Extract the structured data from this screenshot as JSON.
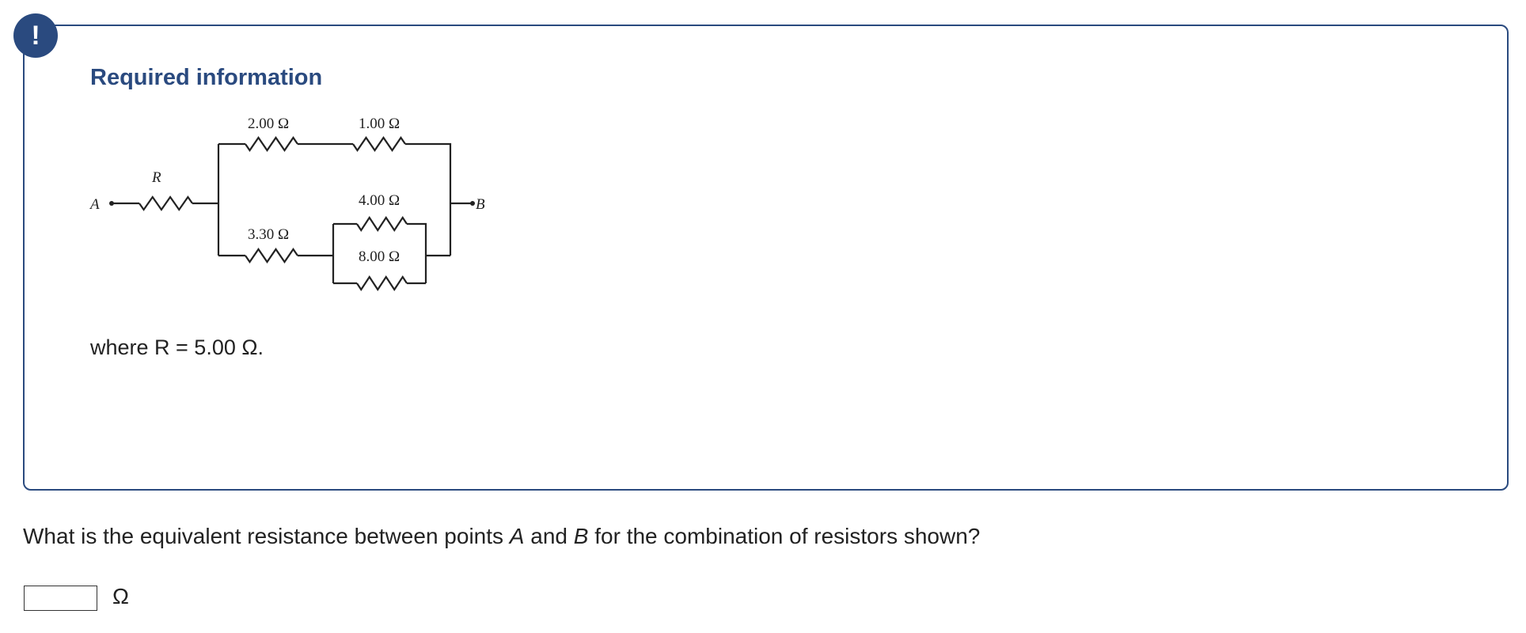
{
  "alert_icon": "!",
  "title": "Required information",
  "circuit": {
    "point_a": "A",
    "point_b": "B",
    "r_label": "R",
    "r1": "2.00 Ω",
    "r2": "1.00 Ω",
    "r3": "3.30 Ω",
    "r4": "4.00 Ω",
    "r5": "8.00 Ω"
  },
  "given": "where R = 5.00 Ω.",
  "question": {
    "before": "What is the equivalent resistance between points ",
    "a": "A",
    "mid": " and ",
    "b": "B",
    "after": " for the combination of resistors shown?"
  },
  "answer": {
    "value": "",
    "unit": "Ω"
  }
}
